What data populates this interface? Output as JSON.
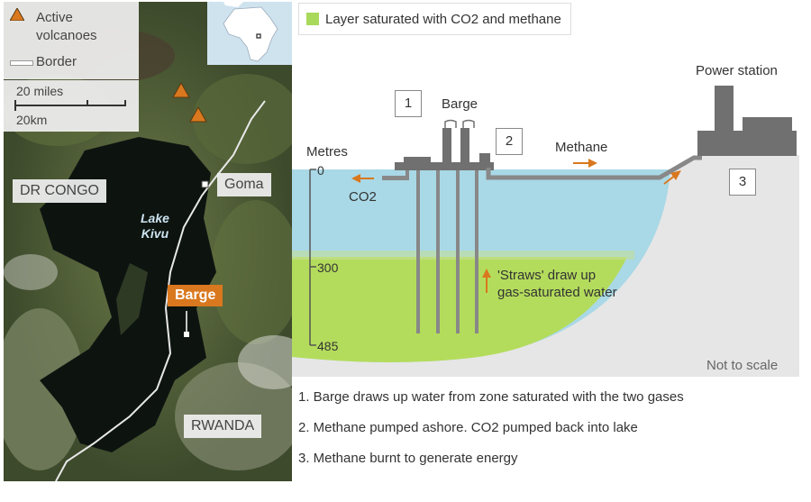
{
  "map": {
    "legend": {
      "volcano_label_line1": "Active",
      "volcano_label_line2": "volcanoes",
      "border_label": "Border",
      "scale_miles": "20 miles",
      "scale_km": "20km"
    },
    "labels": {
      "dr_congo": "DR CONGO",
      "goma": "Goma",
      "lake_line1": "Lake",
      "lake_line2": "Kivu",
      "barge": "Barge",
      "rwanda": "RWANDA"
    },
    "colors": {
      "volcano": "#d9781e",
      "barge_tag": "#d9781e",
      "lake": "#0d1410",
      "land": "#3d4a2c"
    }
  },
  "diagram": {
    "key_label": "Layer saturated with CO2 and methane",
    "barge_label": "Barge",
    "power_station_label": "Power station",
    "methane_label": "Methane",
    "co2_label": "CO2",
    "depth_unit": "Metres",
    "depth_ticks": [
      "0",
      "300",
      "485"
    ],
    "straws_line1": "'Straws' draw up",
    "straws_line2": "gas-saturated water",
    "not_to_scale": "Not to scale",
    "step_markers": [
      "1",
      "2",
      "3"
    ],
    "colors": {
      "water": "#a9d8e6",
      "gas_layer": "#b4dc5c",
      "ground": "#e6e6e6",
      "structure": "#808080",
      "arrow": "#d9781e"
    }
  },
  "steps": [
    "1. Barge draws up water from zone saturated with the two gases",
    "2. Methane pumped ashore. CO2 pumped back into lake",
    "3. Methane burnt to generate energy"
  ]
}
